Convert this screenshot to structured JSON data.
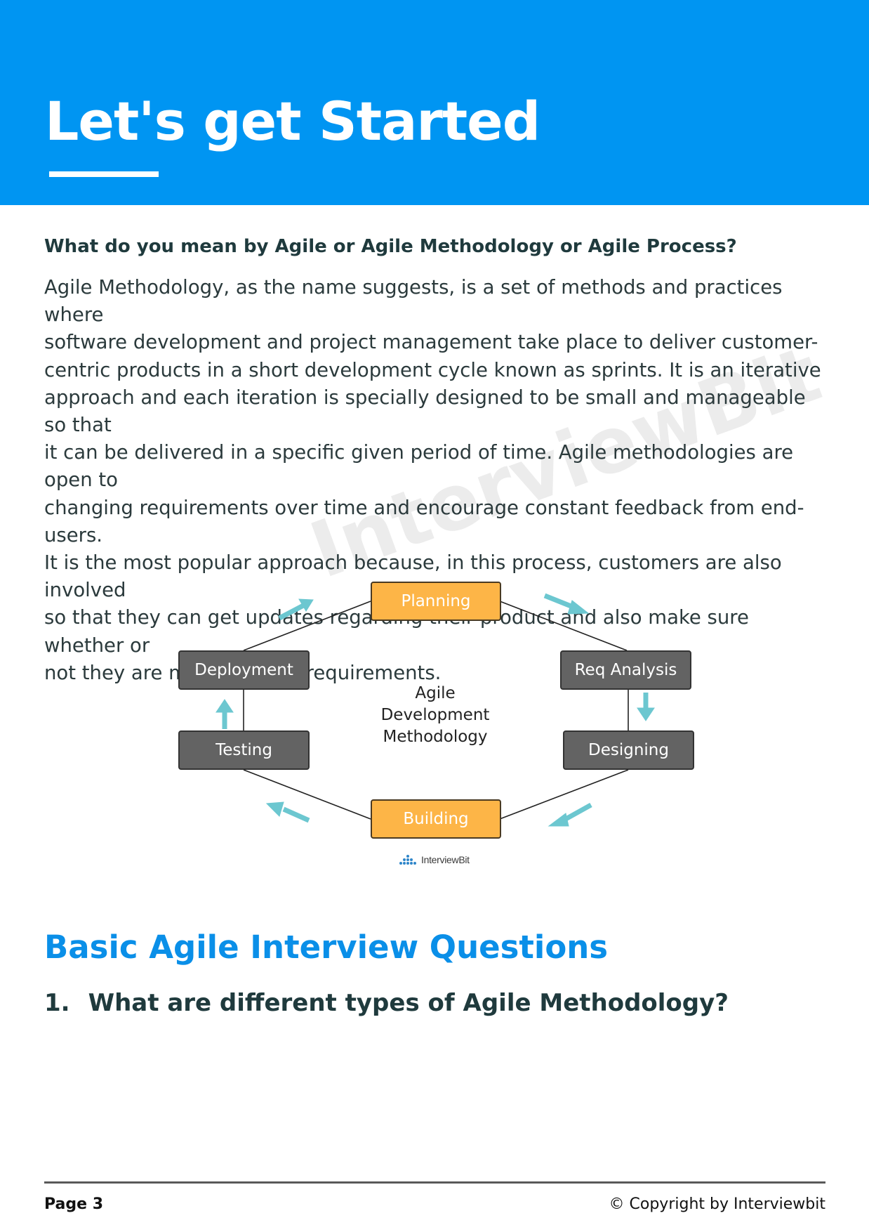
{
  "header": {
    "title": "Let's get Started",
    "bg_color": "#0095f2"
  },
  "intro": {
    "question": "What do you mean by Agile or Agile Methodology or Agile Process?",
    "lines": [
      "Agile Methodology, as the name suggests, is a set of methods and practices where",
      "software development and project management take place to deliver customer-",
      "centric products in a short development cycle known as sprints. It is an iterative",
      "approach and each iteration is specially designed to be small and manageable so that",
      "it can be delivered in a specific given period of time. Agile methodologies are open to",
      "changing requirements over time and encourage constant feedback from end-users.",
      "It is the most popular approach because, in this process, customers are also involved",
      "so that they can get updates regarding their product and also make sure whether or",
      "not they are meeting their requirements."
    ]
  },
  "watermark": "InterviewBit",
  "diagram": {
    "center_lines": [
      "Agile",
      "Development",
      "Methodology"
    ],
    "stages": {
      "planning": "Planning",
      "req_analysis": "Req Analysis",
      "designing": "Designing",
      "building": "Building",
      "testing": "Testing",
      "deployment": "Deployment"
    },
    "brand": "InterviewBit",
    "colors": {
      "highlight": "#fdb547",
      "stage": "#636363",
      "arrow": "#6cc7d0"
    }
  },
  "section": {
    "heading": "Basic Agile Interview Questions",
    "question_number": "1.",
    "question_text": "What are different types of Agile Methodology?"
  },
  "footer": {
    "page": "Page 3",
    "copyright": "© Copyright by Interviewbit"
  }
}
